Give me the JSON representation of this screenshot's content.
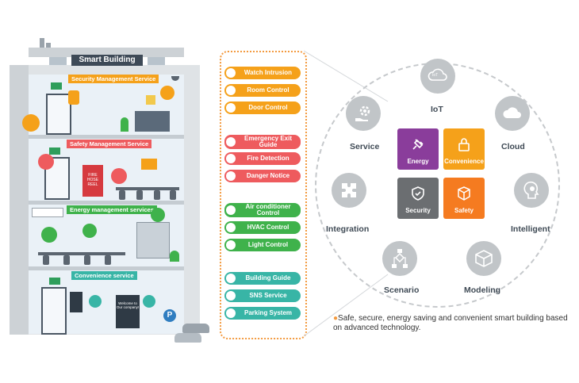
{
  "building": {
    "title": "Smart Building",
    "floors": [
      {
        "label": "Security Management Service",
        "color": "#f5a11a"
      },
      {
        "label": "Safety Management Service",
        "color": "#ee5b5e"
      },
      {
        "label": "Energy management services",
        "color": "#3fb24b"
      },
      {
        "label": "Convenience service",
        "color": "#38b5a6"
      }
    ],
    "fire_sign": "FIRE HOSE REEL",
    "screen_text": "Welcome to Our company!"
  },
  "services": {
    "security": [
      "Watch Intrusion",
      "Room Control",
      "Door Control"
    ],
    "safety": [
      "Emergency Exit Guide",
      "Fire Detection",
      "Danger Notice"
    ],
    "energy": [
      "Air conditioner Control",
      "HVAC Control",
      "Light Control"
    ],
    "convenience": [
      "Building Guide",
      "SNS Service",
      "Parking System"
    ]
  },
  "ring": {
    "nodes": [
      {
        "label": "IoT",
        "icon": "iot-cloud-icon"
      },
      {
        "label": "Cloud",
        "icon": "cloud-icon"
      },
      {
        "label": "Intelligent",
        "icon": "brain-icon"
      },
      {
        "label": "Modeling",
        "icon": "cube-icon"
      },
      {
        "label": "Scenario",
        "icon": "flowchart-icon"
      },
      {
        "label": "Integration",
        "icon": "puzzle-icon"
      },
      {
        "label": "Service",
        "icon": "gear-hand-icon"
      }
    ],
    "iot_badge": "IoT",
    "tiles": [
      {
        "label": "Energy",
        "color": "#8a3d9b",
        "icon": "plug-icon"
      },
      {
        "label": "Convenience",
        "color": "#f5a11a",
        "icon": "lock-icon"
      },
      {
        "label": "Security",
        "color": "#6b6e71",
        "icon": "shield-check-icon"
      },
      {
        "label": "Safety",
        "color": "#f57b20",
        "icon": "box-icon"
      }
    ]
  },
  "note": "Safe, secure, energy saving and convenient smart building based on advanced technology."
}
